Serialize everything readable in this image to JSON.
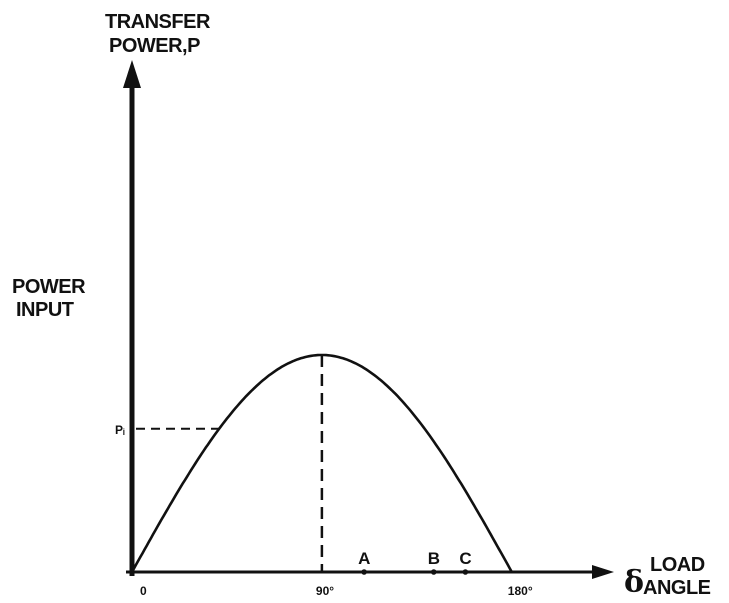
{
  "chart_data": {
    "type": "line",
    "title": "",
    "ylabel": [
      "TRANSFER",
      "POWER,P"
    ],
    "xlabel": [
      "LOAD",
      "ANGLE"
    ],
    "xlabel_symbol": "δ",
    "y_marker": {
      "tick_label": "Pᵢ",
      "side_label": [
        "POWER",
        "INPUT"
      ],
      "value": 0.66
    },
    "x": [
      0,
      10,
      20,
      30,
      40,
      50,
      60,
      70,
      80,
      90,
      100,
      110,
      120,
      130,
      140,
      150,
      160,
      170,
      180
    ],
    "y": [
      0,
      0.174,
      0.342,
      0.5,
      0.643,
      0.766,
      0.866,
      0.94,
      0.985,
      1.0,
      0.985,
      0.94,
      0.866,
      0.766,
      0.643,
      0.5,
      0.342,
      0.174,
      0
    ],
    "xlim": [
      0,
      230
    ],
    "ylim": [
      0,
      1.9
    ],
    "x_ticks": [
      {
        "value": 0,
        "label": "0"
      },
      {
        "value": 90,
        "label": "90°"
      },
      {
        "value": 180,
        "label": "180°"
      }
    ],
    "points": [
      {
        "label": "A",
        "x": 110
      },
      {
        "label": "B",
        "x": 143
      },
      {
        "label": "C",
        "x": 158
      }
    ],
    "peak_guide": {
      "x": 90
    },
    "grid": false,
    "legend": "none",
    "color": "#111111"
  }
}
